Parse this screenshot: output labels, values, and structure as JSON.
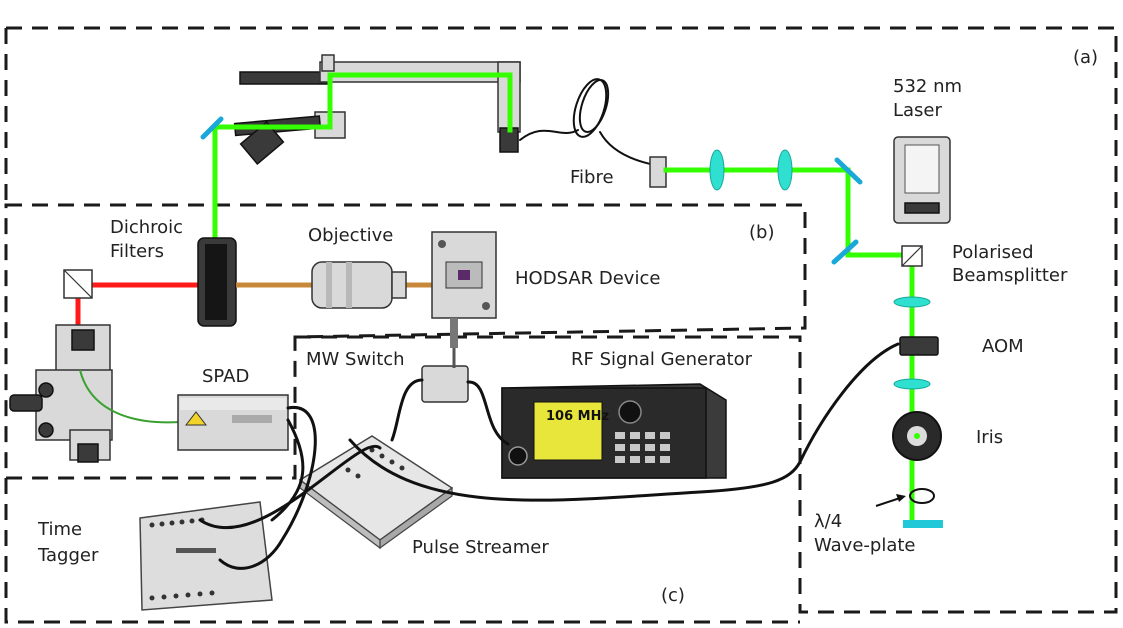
{
  "labels": {
    "section_a": "(a)",
    "section_b": "(b)",
    "section_c": "(c)",
    "laser_line1": "532 nm",
    "laser_line2": "Laser",
    "fibre": "Fibre",
    "dichroic_line1": "Dichroic",
    "dichroic_line2": "Filters",
    "objective": "Objective",
    "hodsar": "HODSAR Device",
    "polarised_line1": "Polarised",
    "polarised_line2": "Beamsplitter",
    "aom": "AOM",
    "iris": "Iris",
    "waveplate_line1": "λ/4",
    "waveplate_line2": "Wave-plate",
    "spad": "SPAD",
    "mw_switch": "MW Switch",
    "rf_generator": "RF Signal Generator",
    "rf_display": "106 MHz",
    "time_line1": "Time",
    "time_line2": "Tagger",
    "pulse_streamer": "Pulse Streamer"
  },
  "colors": {
    "green_beam": "#33ff00",
    "red_beam": "#ff1a1a",
    "orange_beam": "#c8883a",
    "lens": "#2fe0d0",
    "mirror": "#1aa8d8",
    "rf_screen": "#e8e63a"
  }
}
